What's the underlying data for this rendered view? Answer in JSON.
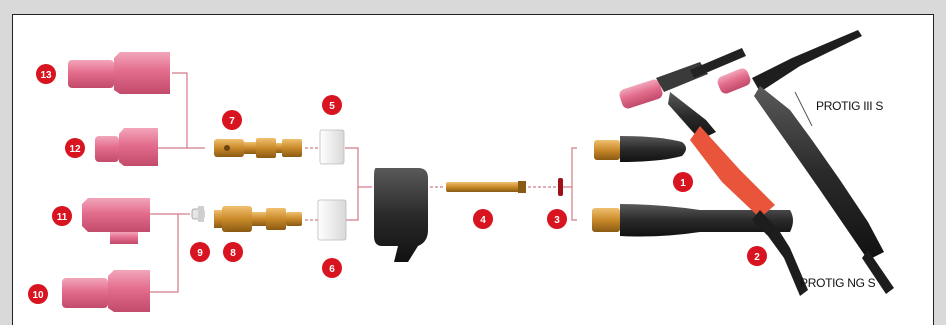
{
  "labels": {
    "protig_iii": "PROTIG III S",
    "protig_ng": "PROTIG NG S"
  },
  "badges": {
    "b1": "1",
    "b2": "2",
    "b3": "3",
    "b4": "4",
    "b5": "5",
    "b6": "6",
    "b7": "7",
    "b8": "8",
    "b9": "9",
    "b10": "10",
    "b11": "11",
    "b12": "12",
    "b13": "13"
  },
  "colors": {
    "badge_red": "#d7141f",
    "nozzle_pink": "#e36d8c",
    "brass": "#c98a2a",
    "dark_handle": "#2a2a2a",
    "orange_grip": "#e8553a",
    "connector_line": "#d47a86"
  }
}
